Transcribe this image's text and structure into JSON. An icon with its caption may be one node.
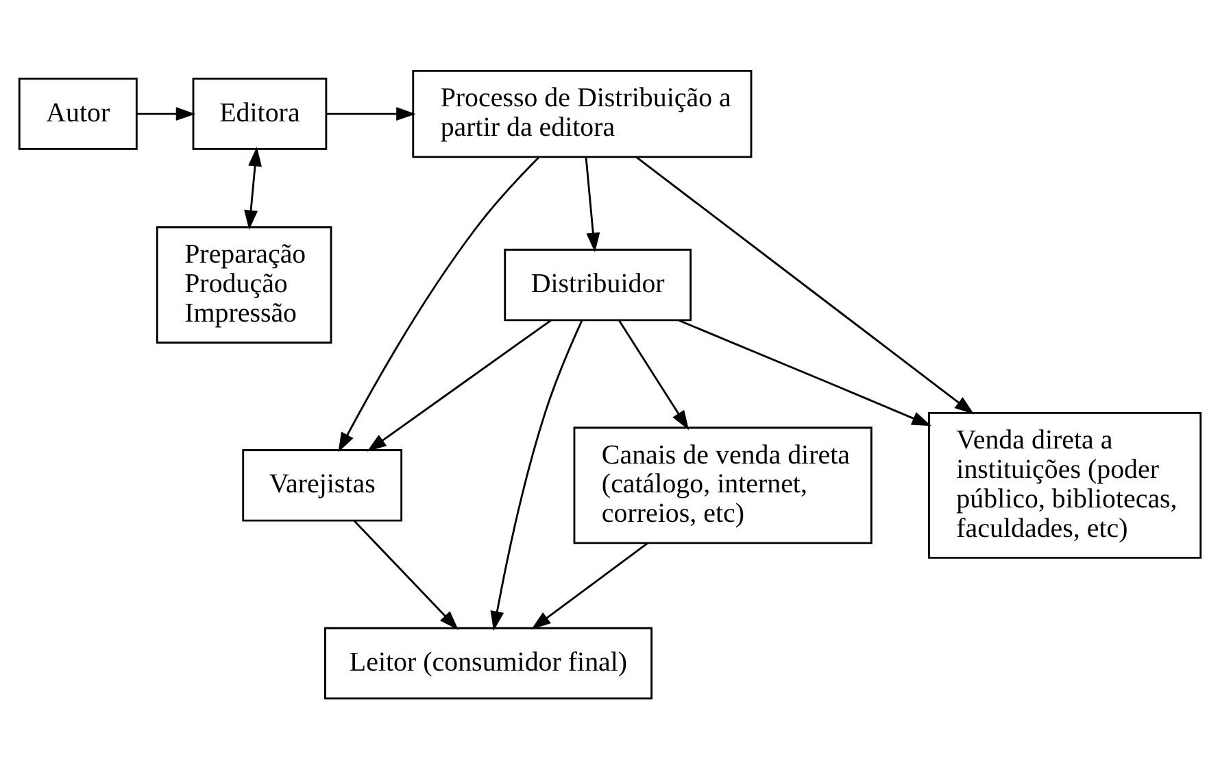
{
  "diagram": {
    "nodes": [
      {
        "text": [
          "Autor"
        ]
      },
      {
        "text": [
          "Editora"
        ]
      },
      {
        "text": [
          "Processo de Distribuição a partir da editora"
        ]
      },
      {
        "text": [
          "Preparação Produção Impressão"
        ]
      },
      {
        "text": [
          "Distribuidor"
        ]
      },
      {
        "text": [
          "Venda direta a instituições (poder público, bibliotecas, faculdades, etc)"
        ]
      },
      {
        "text": [
          "Varejistas"
        ]
      },
      {
        "text": [
          "Canais de venda direta (catálogo, internet, correios, etc)"
        ]
      },
      {
        "text": [
          "Leitor (consumidor final)"
        ]
      }
    ],
    "edges": [
      {
        "from": 0,
        "to": 1,
        "arrow": "to"
      },
      {
        "from": 1,
        "to": 2,
        "arrow": "to"
      },
      {
        "from": 1,
        "to": 3,
        "arrow": "both"
      },
      {
        "from": 2,
        "to": 4,
        "arrow": "to"
      },
      {
        "from": 2,
        "to": 6,
        "arrow": "to"
      },
      {
        "from": 2,
        "to": 5,
        "arrow": "to"
      },
      {
        "from": 4,
        "to": 5,
        "arrow": "to"
      },
      {
        "from": 4,
        "to": 6,
        "arrow": "to"
      },
      {
        "from": 4,
        "to": 8,
        "arrow": "to"
      },
      {
        "from": 4,
        "to": 7,
        "arrow": "to"
      },
      {
        "from": 6,
        "to": 8,
        "arrow": "to"
      },
      {
        "from": 7,
        "to": 8,
        "arrow": "to"
      }
    ]
  }
}
